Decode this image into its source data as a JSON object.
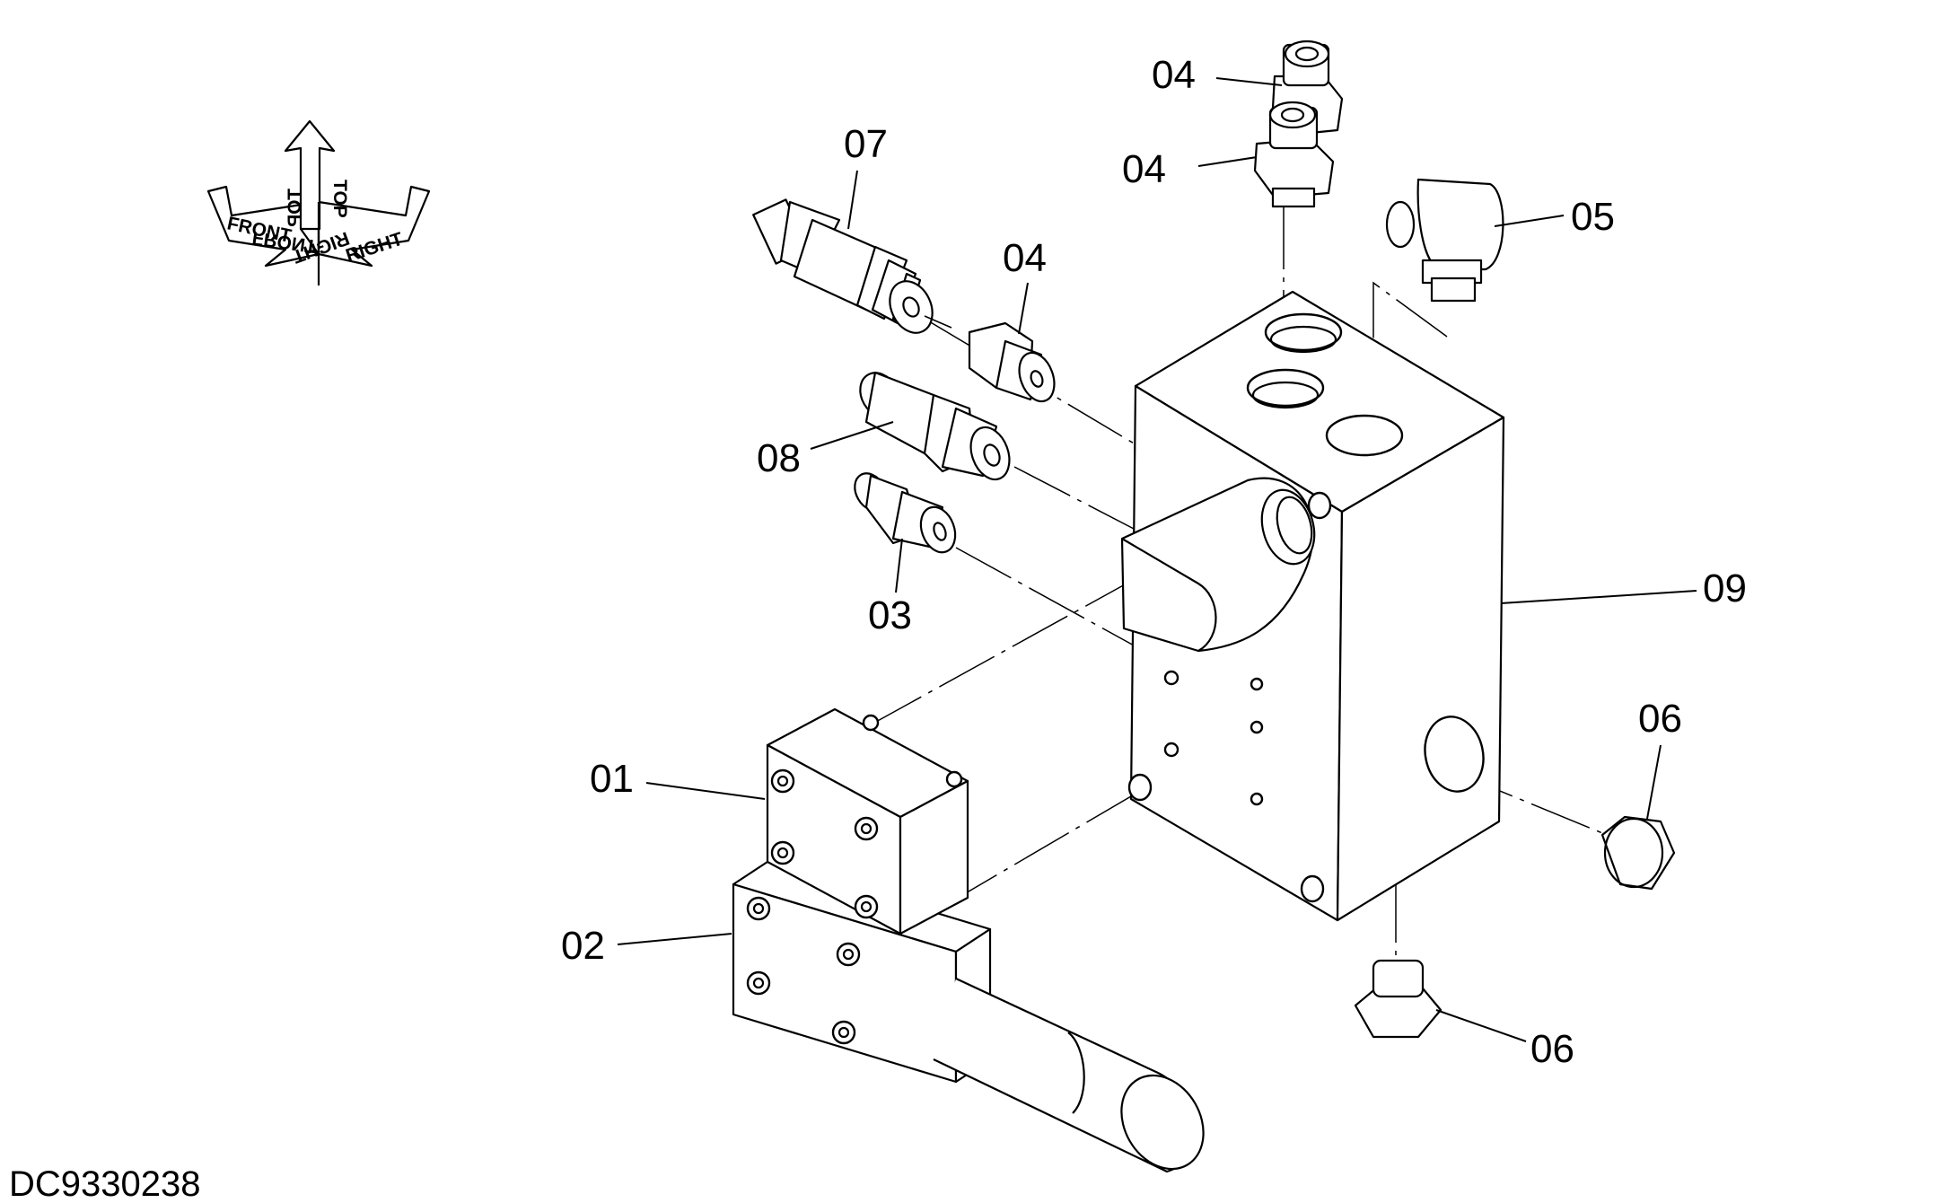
{
  "drawing_code": "DC9330238",
  "orientation": {
    "front": "FRONT",
    "top": "TOP",
    "right": "RIGHT"
  },
  "callouts": {
    "c01": "01",
    "c02": "02",
    "c03": "03",
    "c04a": "04",
    "c04b": "04",
    "c04c": "04",
    "c05": "05",
    "c06a": "06",
    "c06b": "06",
    "c07": "07",
    "c08": "08",
    "c09": "09"
  }
}
